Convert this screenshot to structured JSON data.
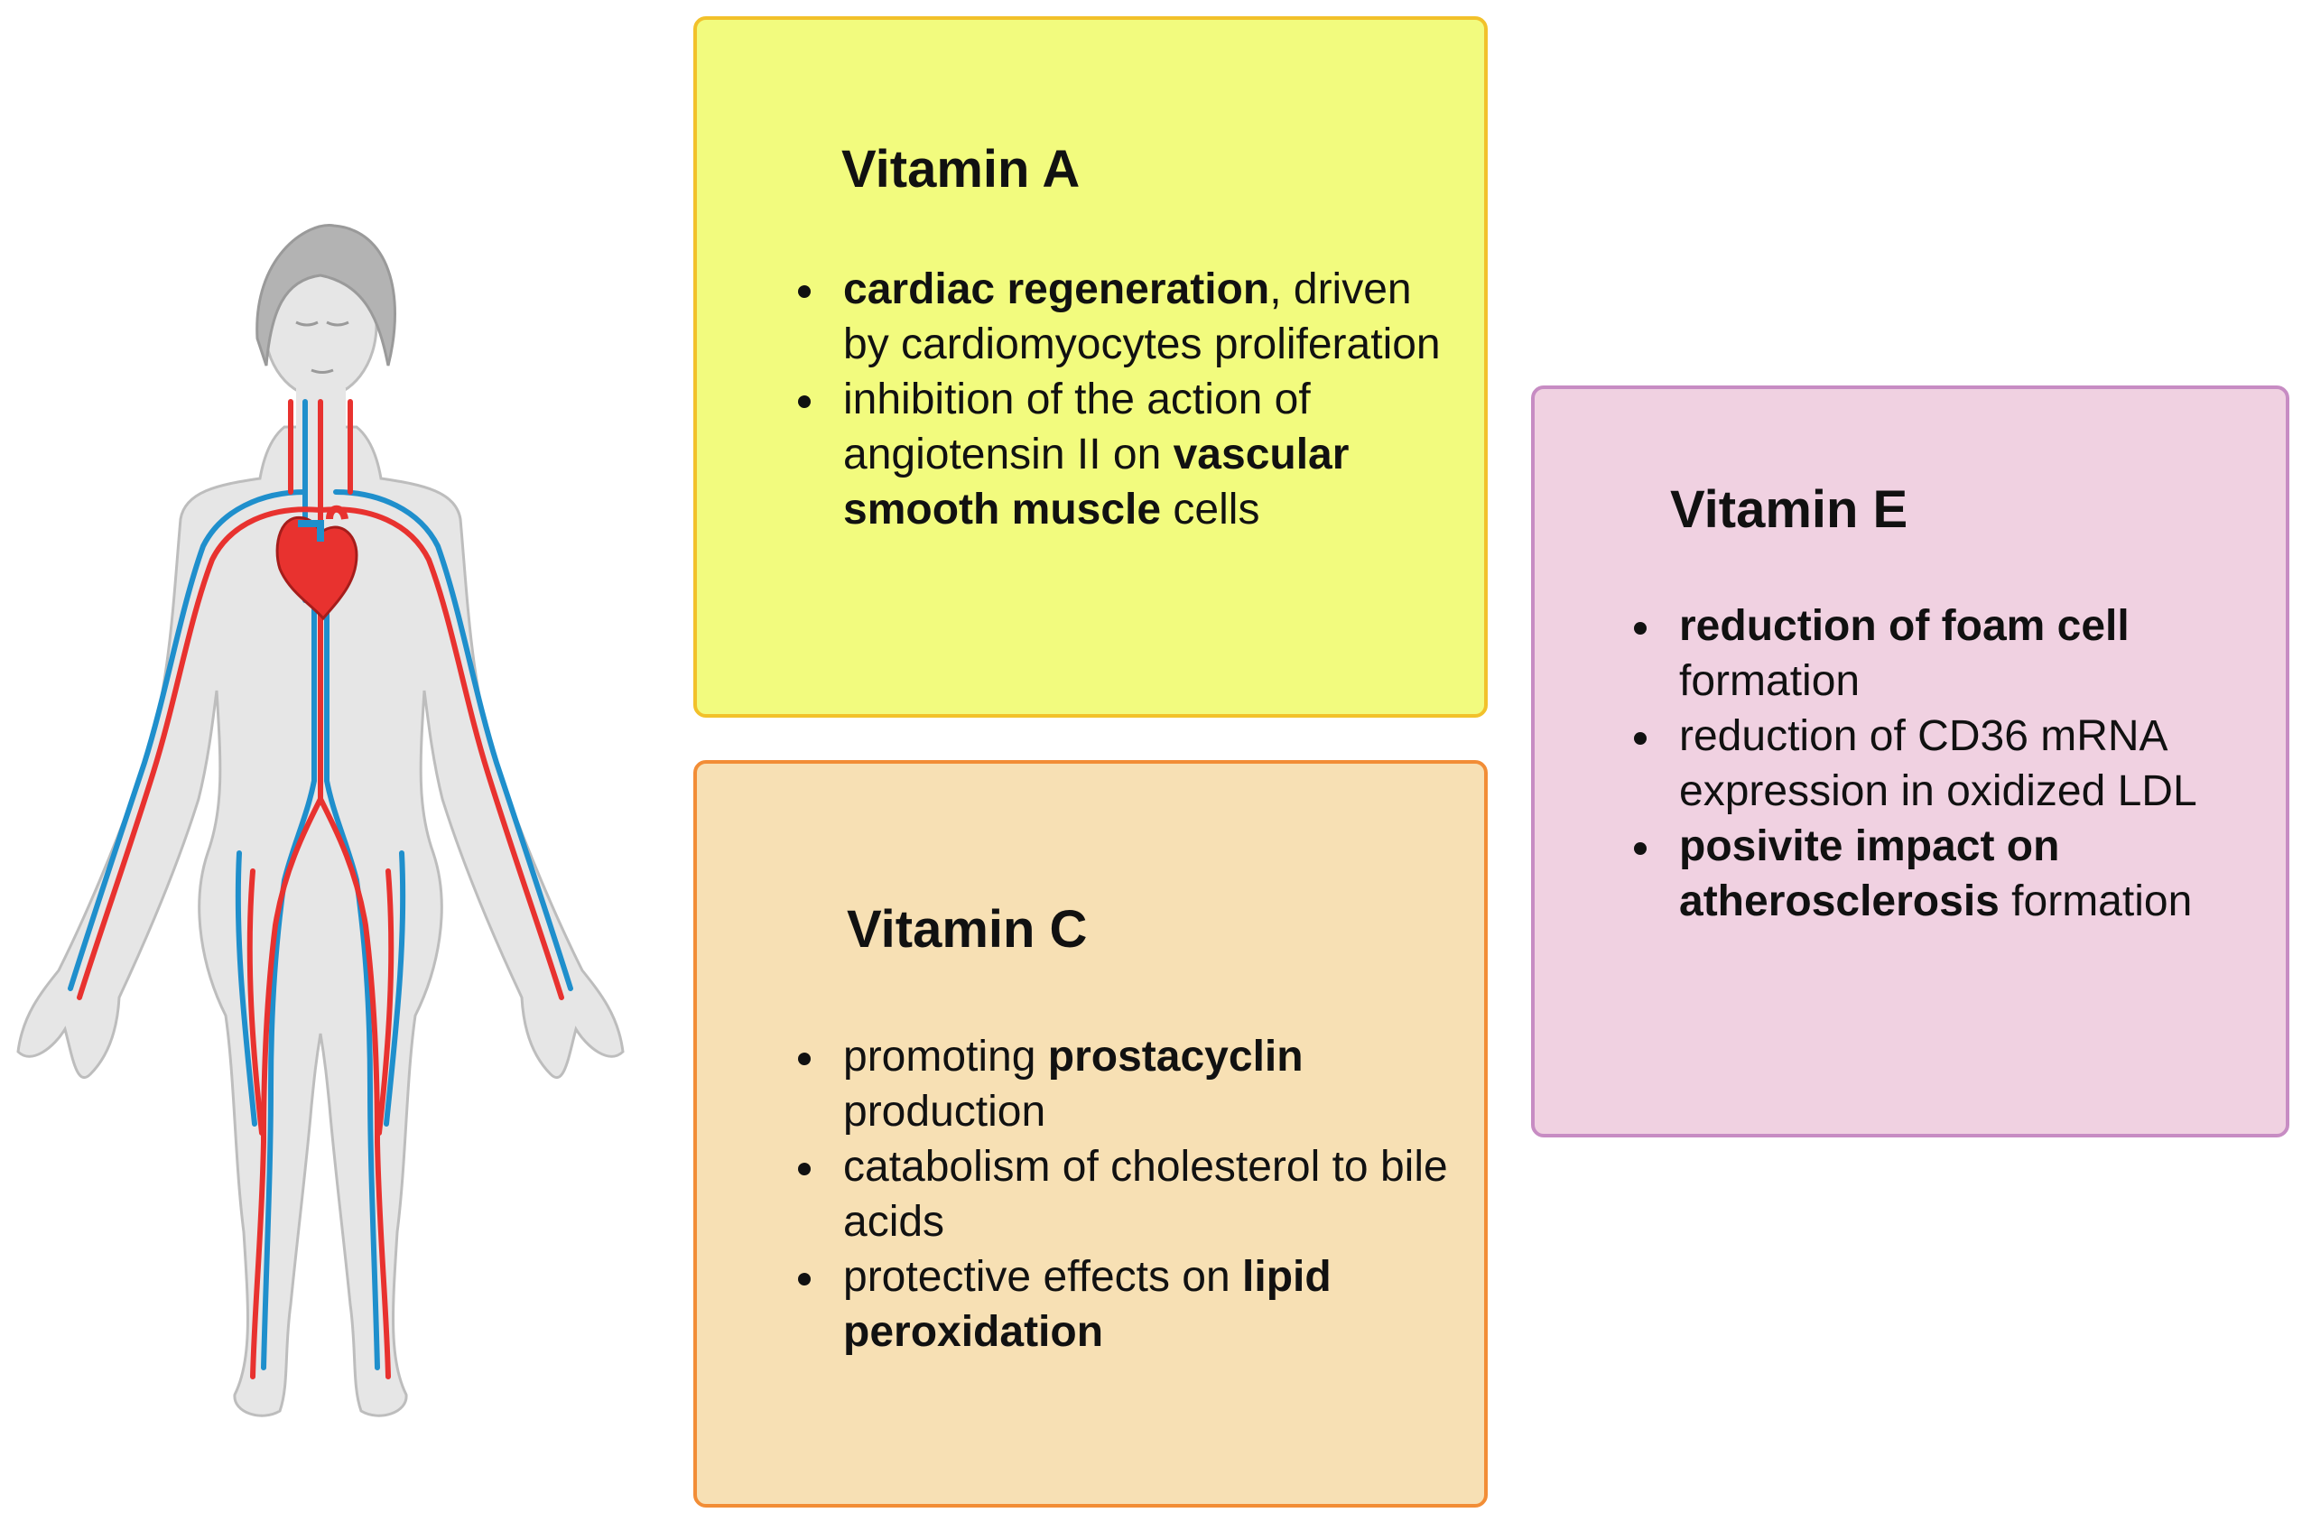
{
  "colors": {
    "vitamin_a_fill": "#f2fb7e",
    "vitamin_a_border": "#f2c12a",
    "vitamin_c_fill": "#f7e0b4",
    "vitamin_c_border": "#f28d36",
    "vitamin_e_fill": "#f0d1e1",
    "vitamin_e_border": "#c78cc3",
    "artery": "#e8322f",
    "vein": "#1f8fcc",
    "body_skin": "#e6e6e6"
  },
  "figure": {
    "icon": "human-circulatory-system-icon"
  },
  "boxes": [
    {
      "key": "vitamin-a",
      "title": "Vitamin A",
      "items": [
        [
          {
            "text": "cardiac regeneration",
            "bold": true
          },
          {
            "text": ", driven by cardiomyocytes proliferation",
            "bold": false
          }
        ],
        [
          {
            "text": "inhibition of the action of angiotensin II on ",
            "bold": false
          },
          {
            "text": "vascular smooth muscle",
            "bold": true
          },
          {
            "text": " cells",
            "bold": false
          }
        ]
      ]
    },
    {
      "key": "vitamin-c",
      "title": "Vitamin C",
      "items": [
        [
          {
            "text": "promoting ",
            "bold": false
          },
          {
            "text": "prostacyclin",
            "bold": true
          },
          {
            "text": " production",
            "bold": false
          }
        ],
        [
          {
            "text": "catabolism of cholesterol to bile acids",
            "bold": false
          }
        ],
        [
          {
            "text": "protective effects on ",
            "bold": false
          },
          {
            "text": "lipid peroxidation",
            "bold": true
          }
        ]
      ]
    },
    {
      "key": "vitamin-e",
      "title": "Vitamin E",
      "items": [
        [
          {
            "text": "reduction of foam cell",
            "bold": true
          },
          {
            "text": " formation",
            "bold": false
          }
        ],
        [
          {
            "text": "reduction of CD36 mRNA expression in oxidized LDL",
            "bold": false
          }
        ],
        [
          {
            "text": "posivite impact on atherosclerosis",
            "bold": true
          },
          {
            "text": " formation",
            "bold": false
          }
        ]
      ]
    }
  ]
}
